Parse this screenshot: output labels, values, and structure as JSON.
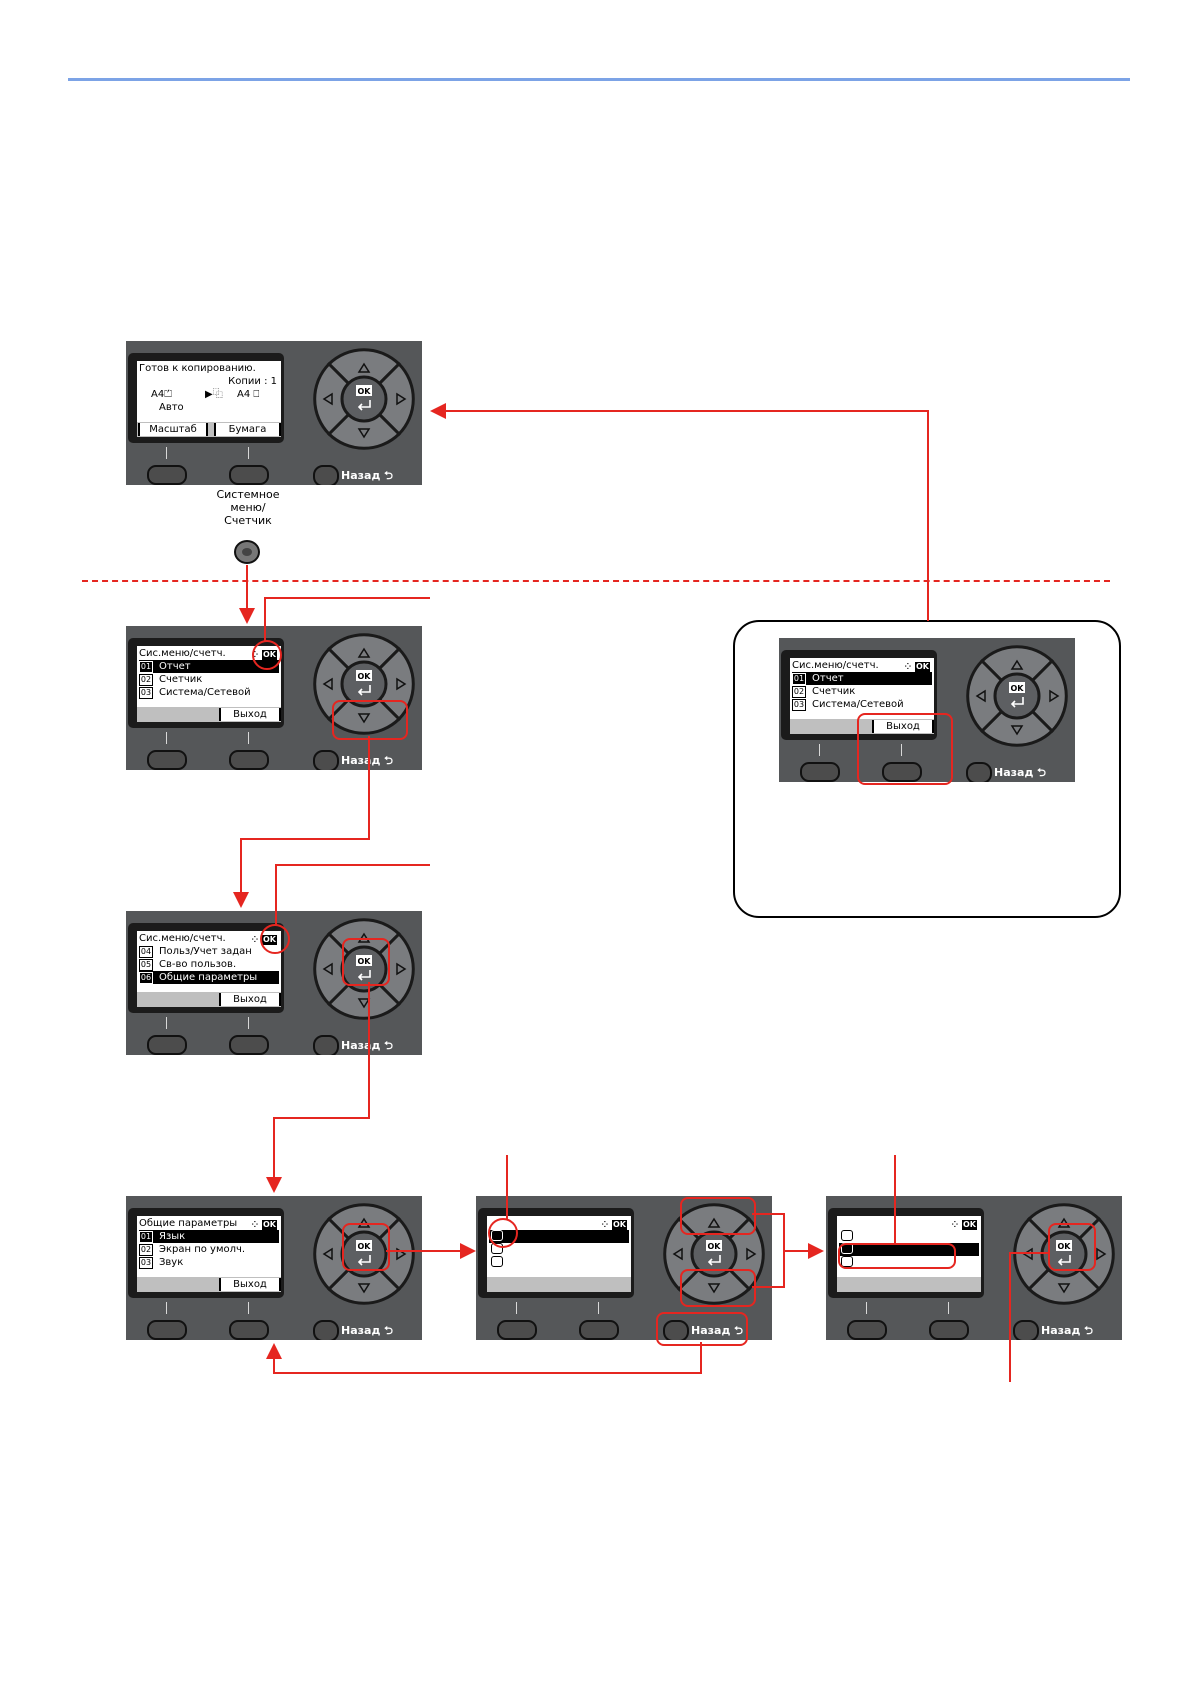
{
  "system_menu_key": {
    "label_lines": [
      "Системное",
      "меню/",
      "Счетчик"
    ]
  },
  "panel_common": {
    "back_label": "Назад ⮌",
    "ok_label": "OK"
  },
  "panels": [
    {
      "id": "ready",
      "screen": {
        "status": "Готов к копированию.",
        "copies": "Копии   :  1",
        "left_size": "A4⏍",
        "left_mode": "Авто",
        "right_size": "A4 ⎕",
        "sort_icon": "▶⿻",
        "softkey_left": "Масштаб",
        "softkey_right": "Бумага"
      }
    },
    {
      "id": "sysmenu-top",
      "screen": {
        "title": "Сис.меню/счетч.",
        "nav_ok": "⁘ OK",
        "items": [
          {
            "num": "01",
            "label": "Отчет"
          },
          {
            "num": "02",
            "label": "Счетчик"
          },
          {
            "num": "03",
            "label": "Система/Сетевой"
          }
        ],
        "softkey_right": "Выход"
      }
    },
    {
      "id": "sysmenu-scrolled",
      "screen": {
        "title": "Сис.меню/счетч.",
        "nav_ok": "⁘ OK",
        "items": [
          {
            "num": "04",
            "label": "Польз/Учет задан"
          },
          {
            "num": "05",
            "label": "Св-во пользов."
          },
          {
            "num": "06",
            "label": "Общие параметры"
          }
        ],
        "softkey_right": "Выход"
      }
    },
    {
      "id": "common-settings",
      "screen": {
        "title": "Общие параметры",
        "nav_ok": "⁘ OK",
        "items": [
          {
            "num": "01",
            "label": "Язык"
          },
          {
            "num": "02",
            "label": "Экран по умолч."
          },
          {
            "num": "03",
            "label": "Звук"
          }
        ],
        "softkey_right": "Выход"
      }
    },
    {
      "id": "option-select",
      "screen": {
        "nav_ok": "⁘ OK"
      }
    },
    {
      "id": "option-confirm",
      "screen": {
        "nav_ok": "⁘ OK"
      }
    },
    {
      "id": "callout-exit",
      "screen": {
        "title": "Сис.меню/счетч.",
        "nav_ok": "⁘ OK",
        "items": [
          {
            "num": "01",
            "label": "Отчет"
          },
          {
            "num": "02",
            "label": "Счетчик"
          },
          {
            "num": "03",
            "label": "Система/Сетевой"
          }
        ],
        "softkey_right": "Выход"
      }
    }
  ],
  "colors": {
    "annotation_red": "#e52620",
    "panel_gray": "#555759",
    "top_rule_blue": "#7ca3e6"
  }
}
